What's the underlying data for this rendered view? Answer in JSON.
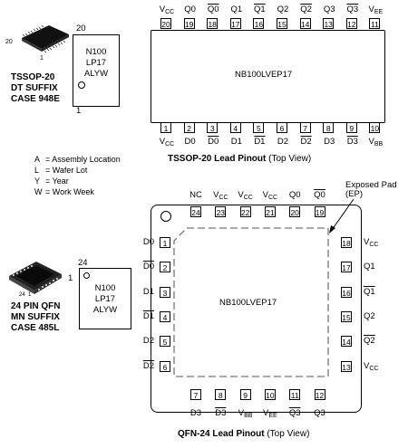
{
  "tssop": {
    "package_label": [
      "TSSOP-20",
      "DT SUFFIX",
      "CASE 948E"
    ],
    "icon_pin": "20",
    "icon_pin1": "1",
    "marking": [
      "N100",
      "LP17",
      "ALYW"
    ],
    "mark_pin_top": "20",
    "mark_pin_bottom": "1",
    "chip_label": "NB100LVEP17",
    "top_pin_numbers": [
      "20",
      "19",
      "18",
      "17",
      "16",
      "15",
      "14",
      "13",
      "12",
      "11"
    ],
    "top_pin_names": [
      "VCC",
      "Q0",
      "Q0",
      "Q1",
      "Q1",
      "Q2",
      "Q2",
      "Q3",
      "Q3",
      "VEE"
    ],
    "bottom_pin_numbers": [
      "1",
      "2",
      "3",
      "4",
      "5",
      "6",
      "7",
      "8",
      "9",
      "10"
    ],
    "bottom_pin_names": [
      "VCC",
      "D0",
      "D0",
      "D1",
      "D1",
      "D2",
      "D2",
      "D3",
      "D3",
      "VBB"
    ],
    "caption": "TSSOP-20 Lead Pinout",
    "caption_view": "(Top View)"
  },
  "legend": {
    "items": [
      {
        "key": "A",
        "value": "= Assembly Location"
      },
      {
        "key": "L",
        "value": "= Wafer Lot"
      },
      {
        "key": "Y",
        "value": "= Year"
      },
      {
        "key": "W",
        "value": "= Work Week"
      }
    ]
  },
  "qfn": {
    "package_label": [
      "24 PIN QFN",
      "MN SUFFIX",
      "CASE 485L"
    ],
    "icon_pin24": "24",
    "icon_pin1": "1",
    "marking": [
      "N100",
      "LP17",
      "ALYW"
    ],
    "mark_pin_top": "24",
    "mark_pin_side": "1",
    "chip_label": "NB100LVEP17",
    "exposed_pad": [
      "Exposed Pad",
      "(EP)"
    ],
    "top_pin_numbers": [
      "24",
      "23",
      "22",
      "21",
      "20",
      "19"
    ],
    "top_pin_names": [
      "NC",
      "VCC",
      "VCC",
      "VCC",
      "Q0",
      "Q0"
    ],
    "left_pin_numbers": [
      "1",
      "2",
      "3",
      "4",
      "5",
      "6"
    ],
    "left_pin_names": [
      "D0",
      "D0",
      "D1",
      "D1",
      "D2",
      "D2"
    ],
    "right_pin_numbers": [
      "18",
      "17",
      "16",
      "15",
      "14",
      "13"
    ],
    "right_pin_names": [
      "VCC",
      "Q1",
      "Q1",
      "Q2",
      "Q2",
      "VCC"
    ],
    "bottom_pin_numbers": [
      "7",
      "8",
      "9",
      "10",
      "11",
      "12"
    ],
    "bottom_pin_names": [
      "D3",
      "D3",
      "VBB",
      "VEE",
      "Q3",
      "Q3"
    ],
    "caption": "QFN-24 Lead Pinout",
    "caption_view": "(Top View)"
  }
}
